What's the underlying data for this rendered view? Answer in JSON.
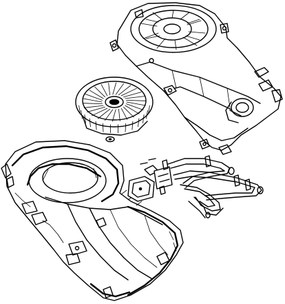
{
  "diagram": {
    "parts": [
      {
        "id": "blower-housing-upper",
        "icon": "blower-housing-line-drawing"
      },
      {
        "id": "blower-wheel",
        "icon": "fan-wheel-line-drawing"
      },
      {
        "id": "wheel-washer",
        "icon": "washer-line-drawing"
      },
      {
        "id": "blower-housing-lower",
        "icon": "scroll-housing-line-drawing"
      },
      {
        "id": "heater-element-assembly",
        "icon": "heating-coil-line-drawing"
      }
    ],
    "colors": {
      "ink": "#000000",
      "paper": "#ffffff"
    }
  }
}
